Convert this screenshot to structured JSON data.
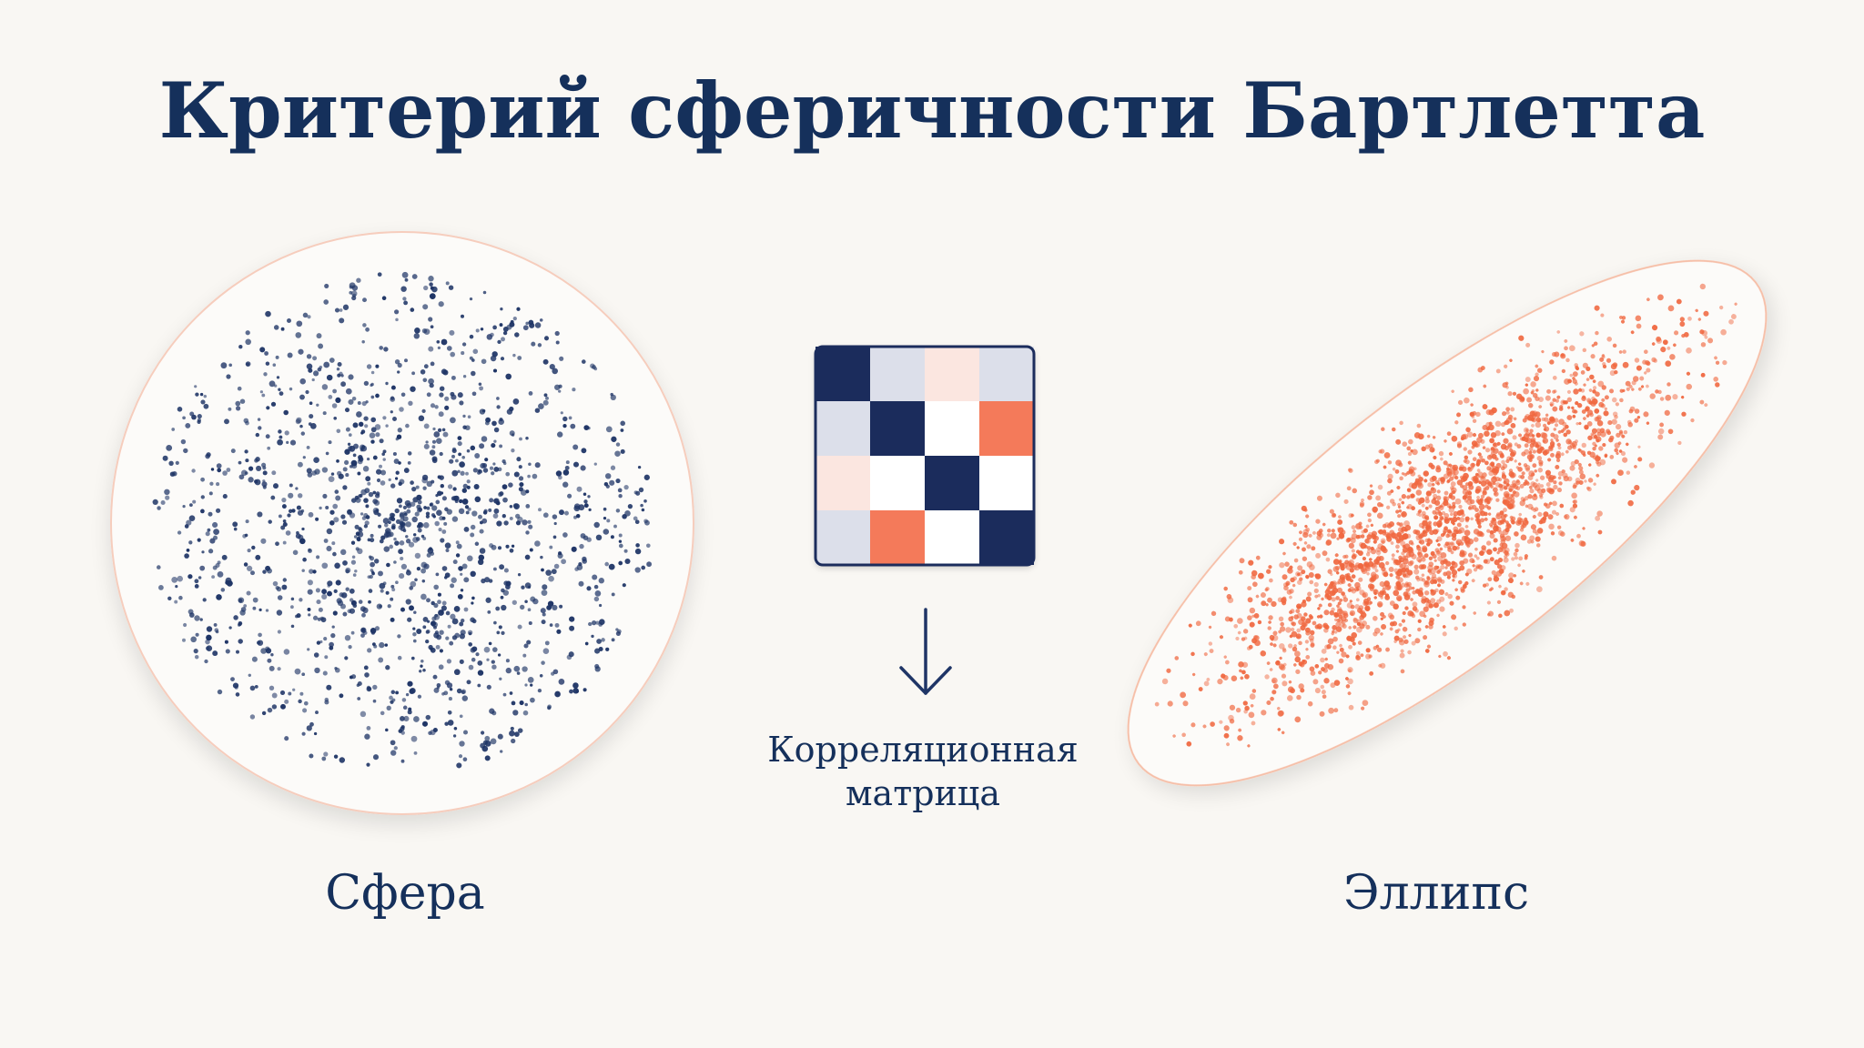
{
  "title": "Критерий сферичности Бартлетта",
  "left_panel": {
    "caption": "Сфера",
    "point_color": "#1f3566",
    "outline_color": "#f6cdbd"
  },
  "right_panel": {
    "caption": "Эллипс",
    "point_color": "#f0673f",
    "outline_color": "#f6bfa8"
  },
  "matrix": {
    "label_line1": "Корреляционная",
    "label_line2": "матрица",
    "colors": {
      "strong": "#1b2c5c",
      "light": "#dcdfea",
      "pink": "#fbe6e0",
      "white": "#ffffff",
      "orange": "#f47a5a"
    },
    "cells": [
      [
        "strong",
        "light",
        "pink",
        "light"
      ],
      [
        "light",
        "strong",
        "white",
        "orange"
      ],
      [
        "pink",
        "white",
        "strong",
        "white"
      ],
      [
        "light",
        "orange",
        "white",
        "strong"
      ]
    ]
  },
  "arrow": {
    "direction": "down",
    "color": "#1f3566"
  }
}
